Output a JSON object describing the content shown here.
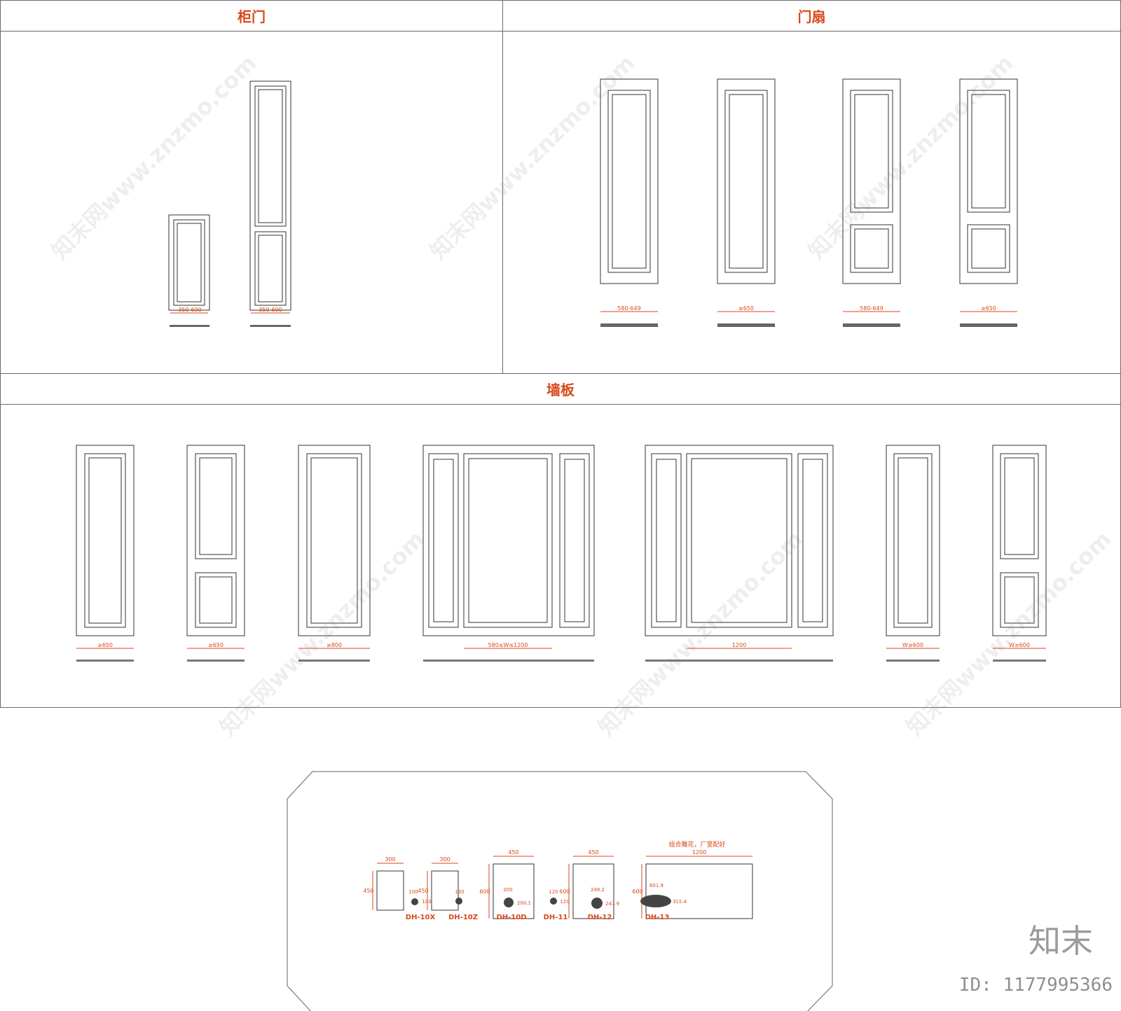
{
  "sections": {
    "cabinet_door": "柜门",
    "door_leaf": "门扇",
    "wall_panel": "墙板"
  },
  "dims": {
    "cab1": "350-600",
    "cab2": "350-600",
    "door1": "580-649",
    "door2": "≥650",
    "door3": "580-649",
    "door4": "≥650",
    "wall1": "≥650",
    "wall2": "≥650",
    "wall3": "≥800",
    "wall4": "580≤W≤1200",
    "wall5": "1200",
    "wall6": "W≥600",
    "wall7": "W≥600"
  },
  "carvings": {
    "note": "组合雕花，厂里配好",
    "combos": [
      {
        "w": "300",
        "h": "450"
      },
      {
        "w": "300",
        "h": "450"
      },
      {
        "w": "450",
        "h": "600"
      },
      {
        "w": "450",
        "h": "600"
      },
      {
        "w": "1200",
        "h": "600"
      }
    ],
    "parts": [
      {
        "code": "DH-10X",
        "w": "100",
        "h": "100"
      },
      {
        "code": "DH-10Z",
        "w": "130",
        "h": ""
      },
      {
        "code": "DH-10D",
        "w": "200",
        "h": "200.1"
      },
      {
        "code": "DH-11",
        "w": "120",
        "h": "120"
      },
      {
        "code": "DH-12",
        "w": "248.2",
        "h": "247.9"
      },
      {
        "code": "DH-13",
        "w": "601.9",
        "h": "315.4"
      }
    ]
  },
  "watermark_text": "知末网www.znzmo.com",
  "brand": "知末",
  "image_id": "ID: 1177995366",
  "colors": {
    "accent": "#d84a1b",
    "line": "#333333"
  }
}
